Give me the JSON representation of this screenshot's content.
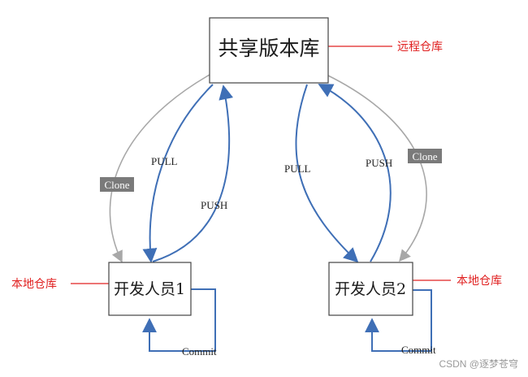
{
  "colors": {
    "flow": "#3f6fb6",
    "clone": "#a8a8a8",
    "clone_badge": "#7a7a7a",
    "annotation": "#e02020",
    "box_border": "#444444"
  },
  "boxes": {
    "remote": "共享版本库",
    "dev1": "开发人员1",
    "dev2": "开发人员2"
  },
  "annotations": {
    "remote": "远程仓库",
    "local_left": "本地仓库",
    "local_right": "本地仓库"
  },
  "edges": {
    "pull_left": "PULL",
    "push_left": "PUSH",
    "pull_right": "PULL",
    "push_right": "PUSH",
    "clone_left": "Clone",
    "clone_right": "Clone",
    "commit_left": "Commit",
    "commit_right": "Commit"
  },
  "watermark": "CSDN @逐梦苍穹"
}
